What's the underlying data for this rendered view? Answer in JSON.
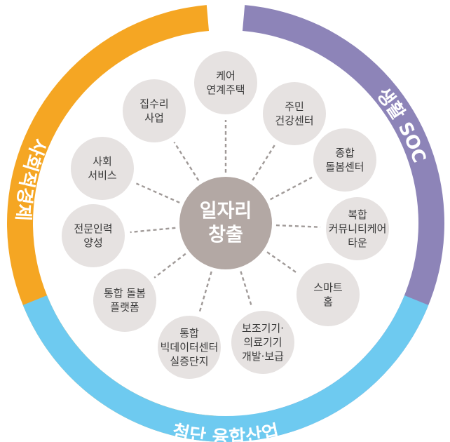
{
  "center": {
    "lines": [
      "일자리",
      "창출"
    ],
    "color": "#b3a8a4"
  },
  "node_color": "#e6e2e1",
  "connector_color": "#a09a98",
  "nodes": [
    {
      "id": "care-linked-housing",
      "lines": [
        "케어",
        "연계주택"
      ]
    },
    {
      "id": "resident-health-center",
      "lines": [
        "주민",
        "건강센터"
      ]
    },
    {
      "id": "integrated-care-center",
      "lines": [
        "종합",
        "돌봄센터"
      ]
    },
    {
      "id": "community-care-town",
      "lines": [
        "복합",
        "커뮤니티케어",
        "타운"
      ]
    },
    {
      "id": "smart-home",
      "lines": [
        "스마트",
        "홈"
      ]
    },
    {
      "id": "assistive-device-dev",
      "lines": [
        "보조기기·",
        "의료기기",
        "개발·보급"
      ]
    },
    {
      "id": "bigdata-demo-complex",
      "lines": [
        "통합",
        "빅데이터센터",
        "실증단지"
      ]
    },
    {
      "id": "integrated-care-platform",
      "lines": [
        "통합 돌봄",
        "플랫폼"
      ]
    },
    {
      "id": "expert-training",
      "lines": [
        "전문인력",
        "양성"
      ]
    },
    {
      "id": "social-service",
      "lines": [
        "사회",
        "서비스"
      ]
    },
    {
      "id": "house-repair",
      "lines": [
        "집수리",
        "사업"
      ]
    }
  ],
  "ring_segments": [
    {
      "id": "social-economy",
      "label": "사회적경제",
      "color": "#f5a623"
    },
    {
      "id": "living-soc",
      "label": "생활 SOC",
      "color": "#8d84b8"
    },
    {
      "id": "advanced-industry",
      "label": "첨단 융합산업",
      "color": "#6ecaf0"
    }
  ]
}
